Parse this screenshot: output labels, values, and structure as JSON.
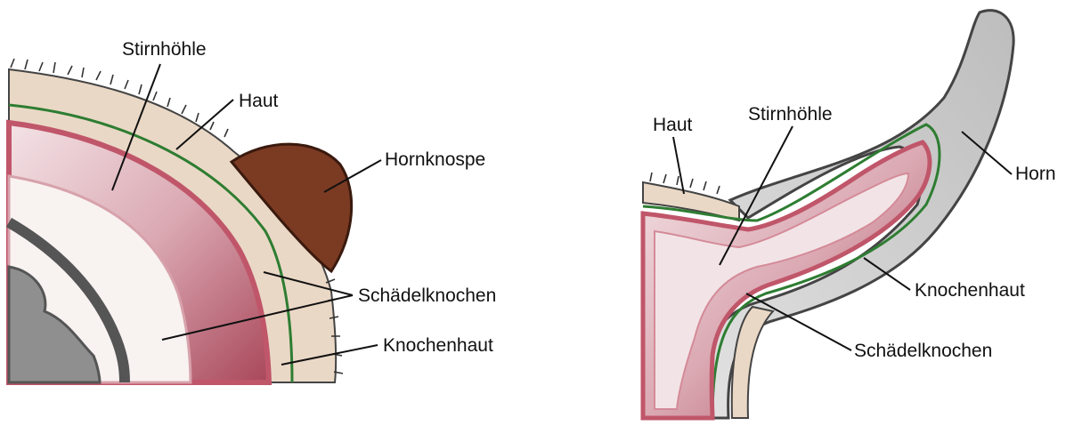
{
  "left_panel": {
    "labels": {
      "frontal_sinus": "Stirnhöhle",
      "skin": "Haut",
      "horn_bud": "Hornknospe",
      "skull_bone": "Schädelknochen",
      "periosteum": "Knochenhaut"
    }
  },
  "right_panel": {
    "labels": {
      "skin": "Haut",
      "frontal_sinus": "Stirnhöhle",
      "horn": "Horn",
      "periosteum": "Knochenhaut",
      "skull_bone": "Schädelknochen"
    }
  },
  "colors": {
    "skin": "#ead8c6",
    "bone_outer": "#c96a78",
    "sinus_inner": "#e6c9cf",
    "periosteum": "#2e7d32",
    "horn_bud": "#7b3a22",
    "horn": "#c9c9c9",
    "brain_gray": "#8f8f8f",
    "outline": "#333333"
  }
}
